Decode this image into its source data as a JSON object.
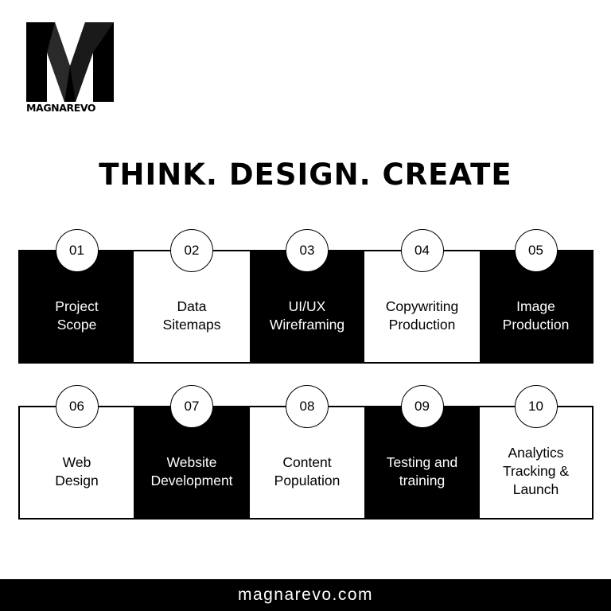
{
  "brand": {
    "name": "MAGNAREVO",
    "website": "magnarevo.com"
  },
  "headline": "THINK. DESIGN. CREATE",
  "colors": {
    "dark": "#000000",
    "light": "#ffffff"
  },
  "steps": [
    {
      "number": "01",
      "label": "Project\nScope",
      "style": "dark"
    },
    {
      "number": "02",
      "label": "Data\nSitemaps",
      "style": "light"
    },
    {
      "number": "03",
      "label": "UI/UX\nWireframing",
      "style": "dark"
    },
    {
      "number": "04",
      "label": "Copywriting\nProduction",
      "style": "light"
    },
    {
      "number": "05",
      "label": "Image\nProduction",
      "style": "dark"
    },
    {
      "number": "06",
      "label": "Web\nDesign",
      "style": "light"
    },
    {
      "number": "07",
      "label": "Website\nDevelopment",
      "style": "dark"
    },
    {
      "number": "08",
      "label": "Content\nPopulation",
      "style": "light"
    },
    {
      "number": "09",
      "label": "Testing and\ntraining",
      "style": "dark"
    },
    {
      "number": "10",
      "label": "Analytics\nTracking &\nLaunch",
      "style": "light"
    }
  ]
}
